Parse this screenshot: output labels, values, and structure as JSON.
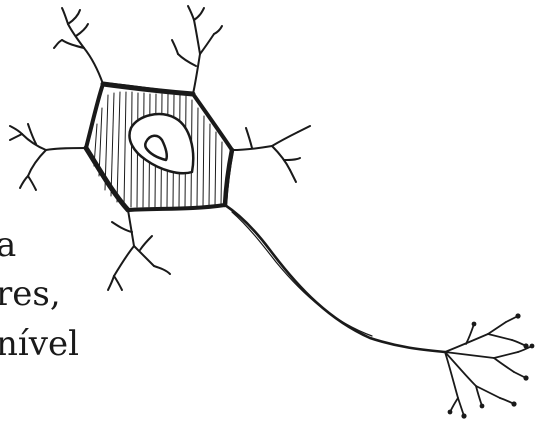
{
  "text_fragments": {
    "line_1": "a",
    "line_2": "res,",
    "line_3": "nível"
  }
}
